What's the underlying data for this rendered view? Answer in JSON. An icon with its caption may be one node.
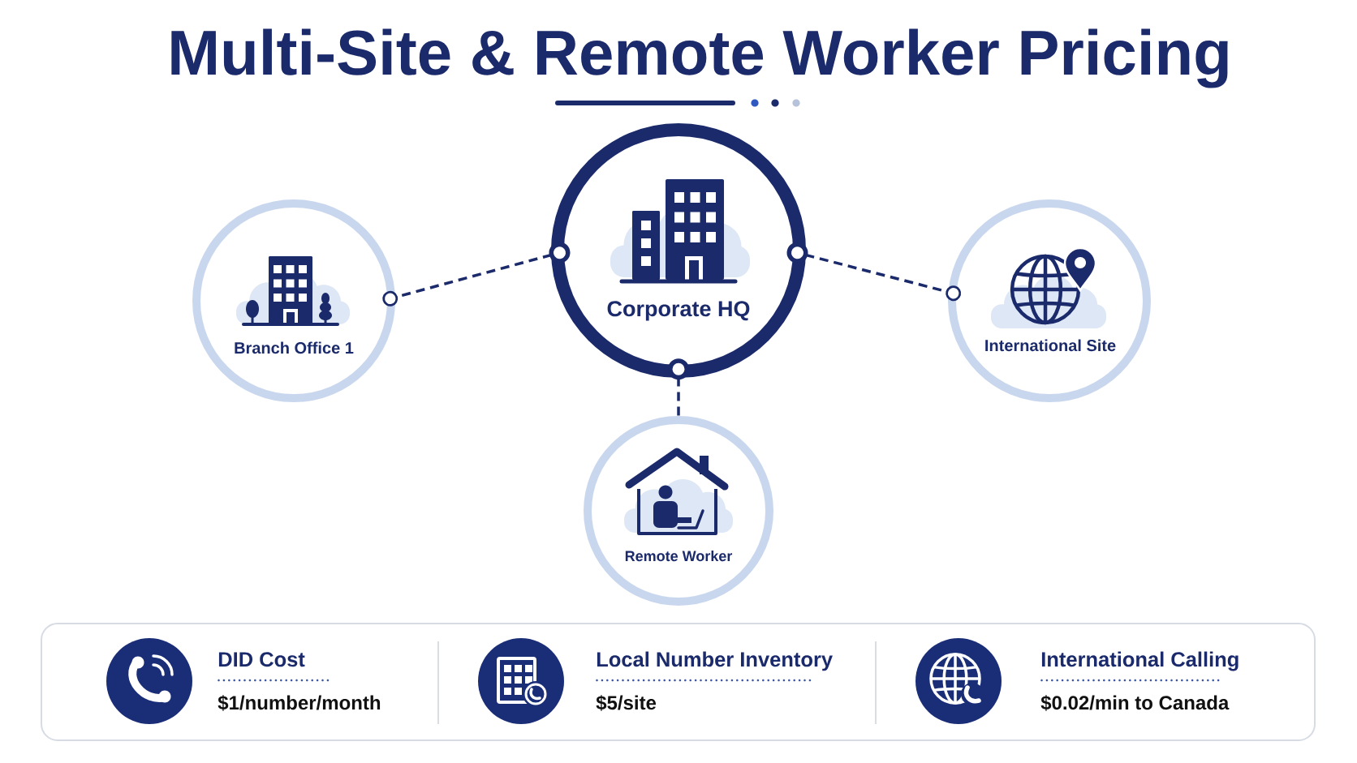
{
  "diagram": {
    "title": "Multi-Site & Remote Worker Pricing",
    "nodes": [
      {
        "text": [
          "Branch Office 1"
        ]
      },
      {
        "text": [
          "Corporate HQ"
        ]
      },
      {
        "text": [
          "International Site"
        ]
      },
      {
        "text": [
          "Remote Worker"
        ]
      },
      {
        "text": [
          "DID Cost",
          "$1/number/month",
          "Local Number Inventory",
          "$5/site",
          "International Calling",
          "$0.02/min to Canada"
        ]
      }
    ],
    "edges": [
      {
        "from": 1,
        "to": 0,
        "arrow": "other",
        "style": "dashed"
      },
      {
        "from": 1,
        "to": 2,
        "arrow": "other",
        "style": "dashed"
      },
      {
        "from": 1,
        "to": 3,
        "arrow": "other",
        "style": "dashed"
      }
    ]
  }
}
